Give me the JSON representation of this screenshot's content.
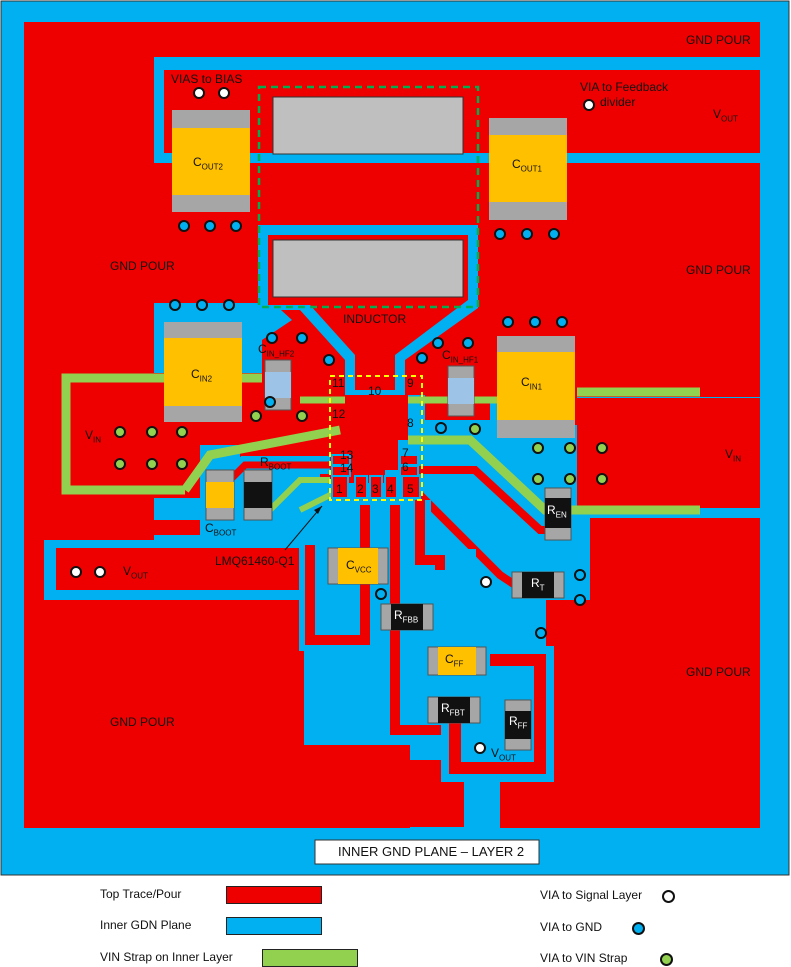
{
  "board": {
    "inner_plane_caption": "INNER GND PLANE – LAYER 2",
    "pour_labels": [
      "GND POUR",
      "GND POUR",
      "GND POUR",
      "GND POUR",
      "GND POUR"
    ],
    "inductor_label": "INDUCTOR",
    "ic_part": "LMQ61460-Q1",
    "vias_to_bias": "VIAS to BIAS",
    "via_to_feedback_line1": "VIA to Feedback",
    "via_to_feedback_line2": "divider",
    "net_labels": {
      "vout_top": [
        "V",
        "OUT"
      ],
      "vout_left": [
        "V",
        "OUT"
      ],
      "vout_bottom": [
        "V",
        "OUT"
      ],
      "vin_left": [
        "V",
        "IN"
      ],
      "vin_right": [
        "V",
        "IN"
      ]
    },
    "components": {
      "cout2": [
        "C",
        "OUT2"
      ],
      "cout1": [
        "C",
        "OUT1"
      ],
      "cin2": [
        "C",
        "IN2"
      ],
      "cin1": [
        "C",
        "IN1"
      ],
      "cin_hf2": [
        "C",
        "IN_HF2"
      ],
      "cin_hf1": [
        "C",
        "IN_HF1"
      ],
      "rboot": [
        "R",
        "BOOT"
      ],
      "cboot": [
        "C",
        "BOOT"
      ],
      "cvcc": [
        "C",
        "VCC"
      ],
      "rfbb": [
        "R",
        "FBB"
      ],
      "cff": [
        "C",
        "FF"
      ],
      "rfbt": [
        "R",
        "FBT"
      ],
      "rff": [
        "R",
        "FF"
      ],
      "rt": [
        "R",
        "T"
      ],
      "ren": [
        "R",
        "EN"
      ]
    },
    "pins": [
      "1",
      "2",
      "3",
      "4",
      "5",
      "6",
      "7",
      "8",
      "9",
      "10",
      "11",
      "12",
      "13",
      "14"
    ]
  },
  "legend": {
    "items": [
      {
        "label": "Top Trace/Pour",
        "color": "#ee0000"
      },
      {
        "label": "Inner GDN Plane",
        "color": "#00b0f0"
      },
      {
        "label": "VIN Strap on Inner Layer",
        "color": "#92d050"
      }
    ],
    "vias": [
      {
        "label": "VIA to Signal Layer",
        "color": "#ffffff"
      },
      {
        "label": "VIA to GND",
        "color": "#00b0f0"
      },
      {
        "label": "VIA to VIN Strap",
        "color": "#92d050"
      }
    ]
  },
  "colors": {
    "top_pour": "#ee0000",
    "inner_gnd": "#00b0f0",
    "vin_strap": "#92d050",
    "capacitor_body": "#ffc000",
    "pad_grey": "#a6a6a6",
    "keepout_outline": "#00b050",
    "ic_outline": "#ffff00"
  }
}
